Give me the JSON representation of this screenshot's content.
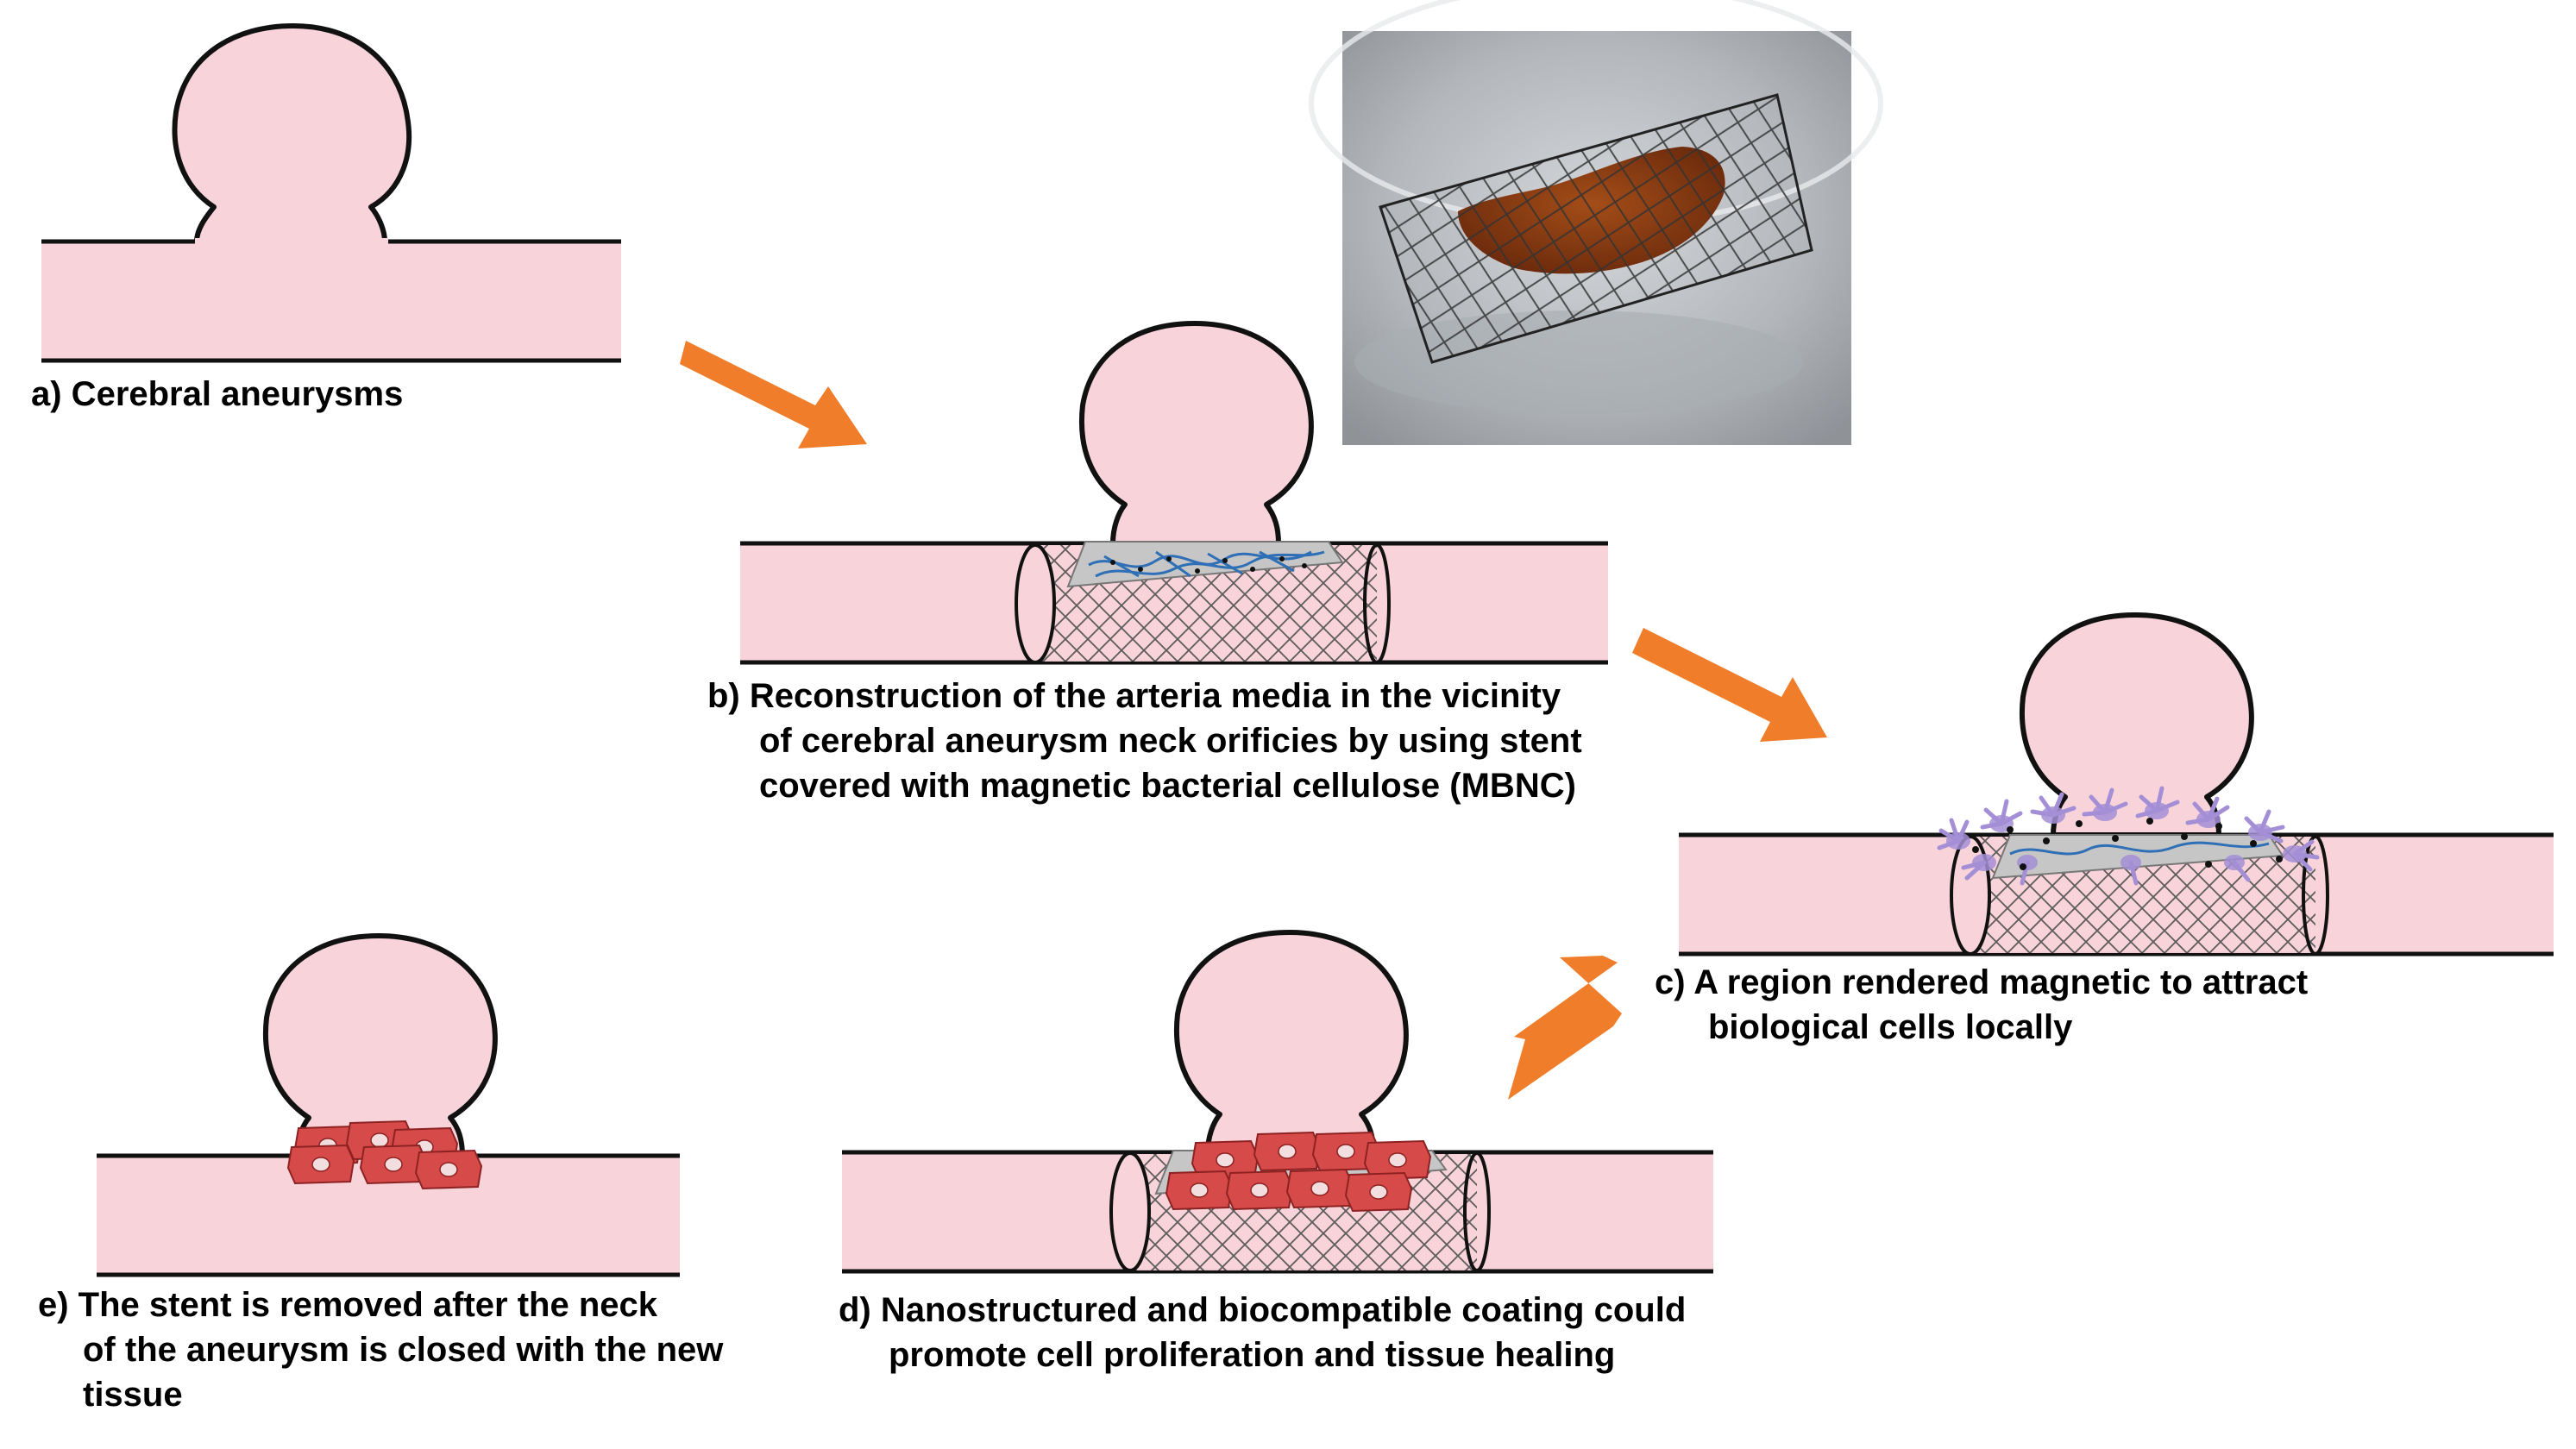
{
  "captions": {
    "a": [
      "a) Cerebral aneurysms"
    ],
    "b": [
      "b) Reconstruction of the arteria media in the vicinity",
      "of cerebral aneurysm neck orificies by using stent",
      "covered with magnetic bacterial cellulose (MBNC)"
    ],
    "c": [
      "c) A region rendered magnetic to attract",
      "biological cells locally"
    ],
    "d": [
      "d) Nanostructured and biocompatible coating could",
      "promote cell proliferation and tissue healing"
    ],
    "e": [
      "e) The stent is removed after the neck",
      "of the aneurysm is closed with the new",
      "tissue"
    ]
  },
  "colors": {
    "vessel_fill": "#f8d3d9",
    "outline": "#111111",
    "arrow": "#ef7d2a",
    "mesh": "#555555",
    "mbnc_plate": "#c6c6c6",
    "fibers": "#2e6fb5",
    "cells": "#d64a4a",
    "cell_nucleus": "#f2dede",
    "attracted_cells": "#a48fd6",
    "photo_background": "#b8bcc0",
    "photo_tissue": "#8a3e14"
  },
  "icons": {
    "arrow": "orange-arrow-icon",
    "photo": "stent-photo-image"
  }
}
